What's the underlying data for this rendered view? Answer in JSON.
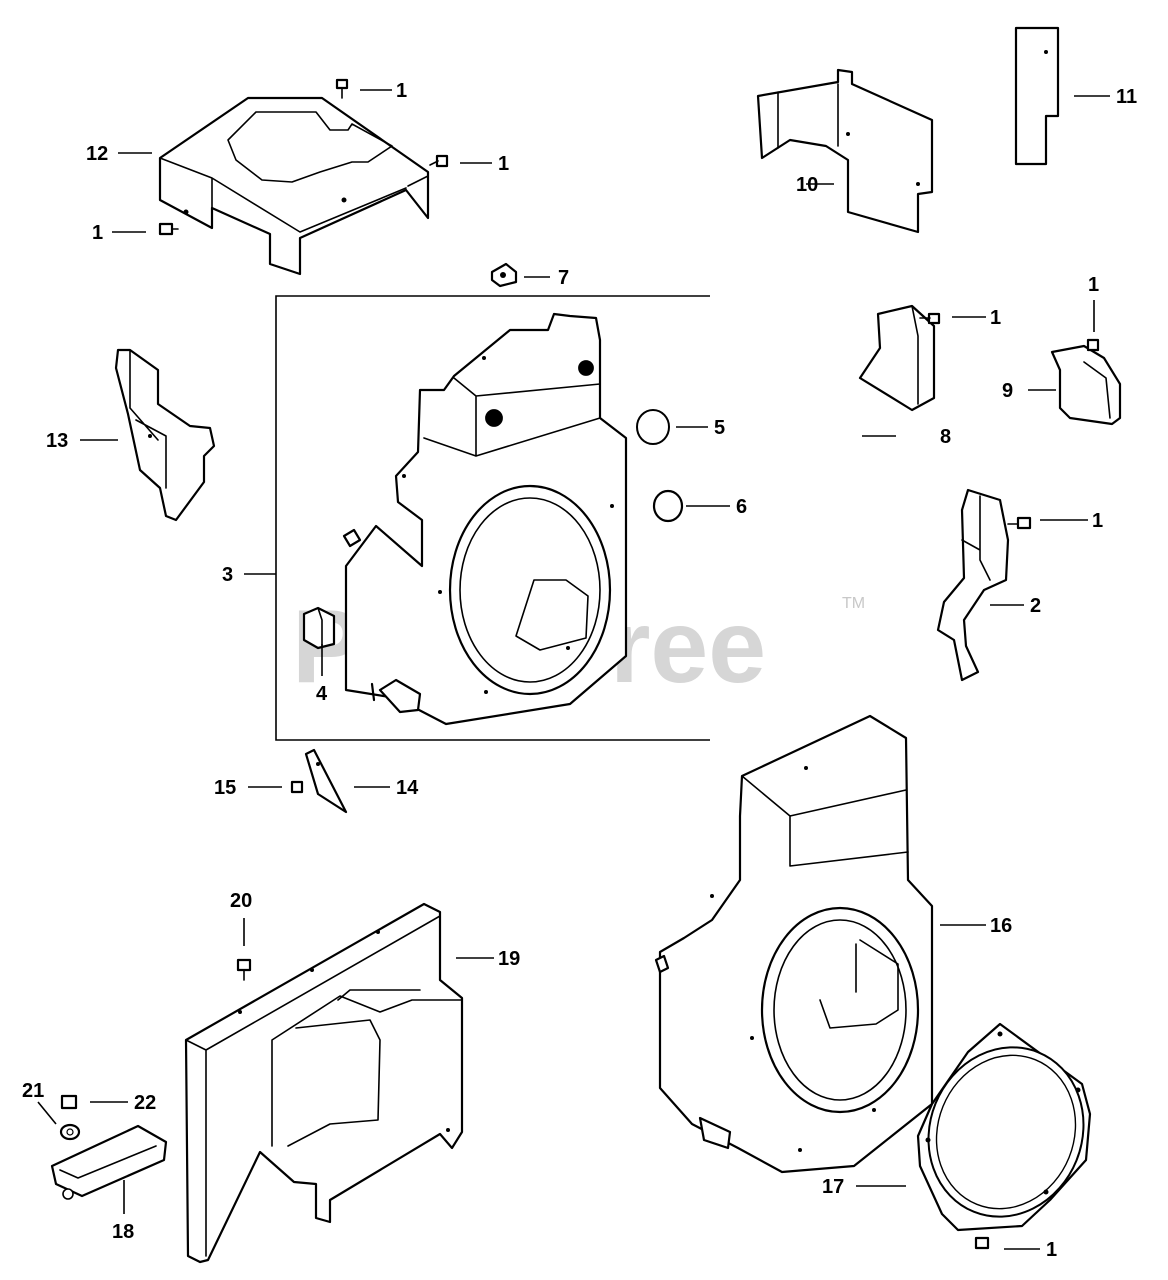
{
  "watermark": {
    "text": "PartsTree",
    "trademark": "TM"
  },
  "callouts": {
    "c1a": "1",
    "c1b": "1",
    "c1c": "1",
    "c1d": "1",
    "c1e": "1",
    "c1f": "1",
    "c1g": "1",
    "c2": "2",
    "c3": "3",
    "c4": "4",
    "c5": "5",
    "c6": "6",
    "c7": "7",
    "c8": "8",
    "c9": "9",
    "c10": "10",
    "c11": "11",
    "c12": "12",
    "c13": "13",
    "c14": "14",
    "c15": "15",
    "c16": "16",
    "c17": "17",
    "c18": "18",
    "c19": "19",
    "c20": "20",
    "c21": "21",
    "c22": "22"
  }
}
